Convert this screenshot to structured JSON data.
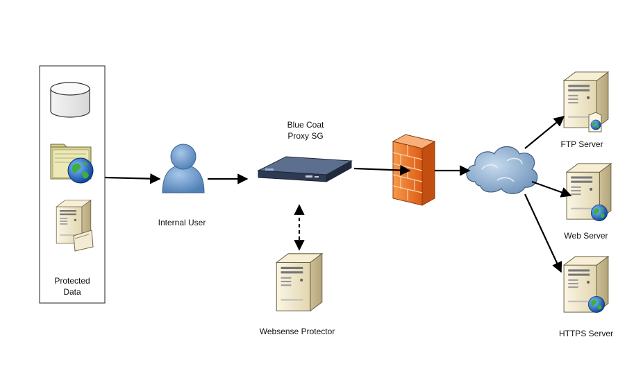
{
  "labels": {
    "protected_data_line1": "Protected",
    "protected_data_line2": "Data",
    "internal_user": "Internal User",
    "proxy_line1": "Blue Coat",
    "proxy_line2": "Proxy SG",
    "websense_protector": "Websense Protector",
    "ftp_server": "FTP Server",
    "web_server": "Web Server",
    "https_server": "HTTPS Server"
  },
  "icons": {
    "database": "database-icon",
    "folder": "folder-globe-icon",
    "file_server": "server-document-icon",
    "user": "user-icon",
    "proxy": "proxy-appliance-icon",
    "protector": "server-tower-icon",
    "firewall": "firewall-icon",
    "internet": "cloud-icon",
    "ftp": "ftp-server-icon",
    "web": "web-server-icon",
    "https": "https-server-icon"
  },
  "colors": {
    "server_body": "#efe6c8",
    "firewall": "#ef7a2e",
    "cloud": "#8fb3d6",
    "user": "#6b9ac9",
    "proxy": "#2c3a52",
    "arrow": "#000000"
  }
}
